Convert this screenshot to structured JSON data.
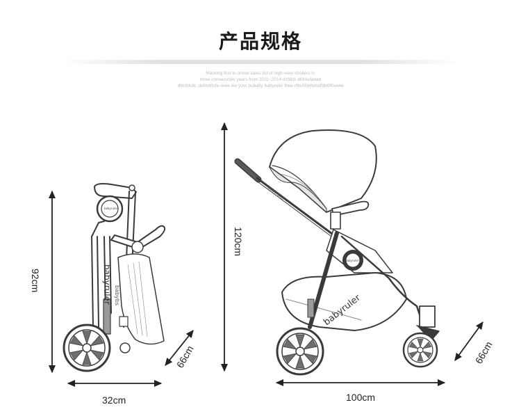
{
  "title": "产品规格",
  "fine_print": [
    "Ranking first in online sales list of high-view strollers in",
    "three consecutive years from 2011~2014 dcfdd1 dfddsdadad",
    "dfdsfdsfe, dsfdsfdsfe  rewe ike your bubaby babyruler  fdee rfde5fd4fefsdfde9ffowwe"
  ],
  "folded": {
    "height_label": "92cm",
    "width_label": "32cm",
    "depth_label": "66cm",
    "brand": "babyruler",
    "sub_brand": "babybs",
    "badge": "babyruler"
  },
  "unfolded": {
    "height_label": "120cm",
    "length_label": "100cm",
    "depth_label": "66cm",
    "brand": "babyruler",
    "handle_brand": "babyruler",
    "badge": "babyruler"
  },
  "colors": {
    "line": "#3a3a3a",
    "frame_gray": "#9a9a9a",
    "dark": "#4a4a4a"
  }
}
